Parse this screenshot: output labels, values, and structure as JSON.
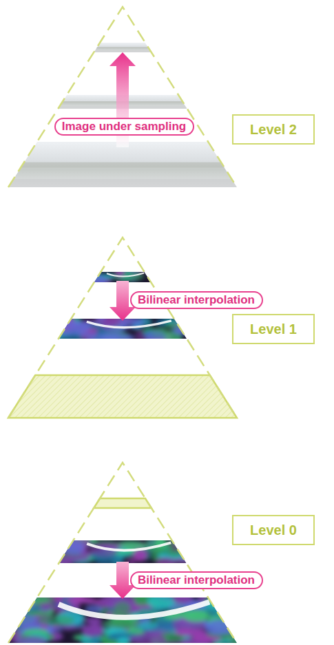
{
  "diagram": {
    "nodes": [
      {
        "text": [
          "Image under sampling"
        ]
      },
      {
        "text": [
          "Level 2"
        ]
      },
      {
        "text": [
          "Bilinear interpolation"
        ]
      },
      {
        "text": [
          "Level 1"
        ]
      },
      {
        "text": [
          "Level 0"
        ]
      },
      {
        "text": [
          "Bilinear interpolation"
        ]
      }
    ]
  }
}
